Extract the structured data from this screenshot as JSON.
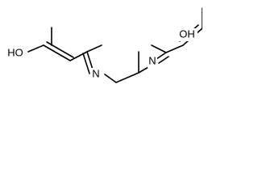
{
  "molecule": {
    "atoms": [
      {
        "id": "o-left",
        "label": "HO"
      },
      {
        "id": "n-left",
        "label": "N"
      },
      {
        "id": "n-right",
        "label": "N"
      },
      {
        "id": "o-right",
        "label": "OH"
      }
    ]
  },
  "colors": {
    "bond": "#000000",
    "background": "#ffffff"
  }
}
